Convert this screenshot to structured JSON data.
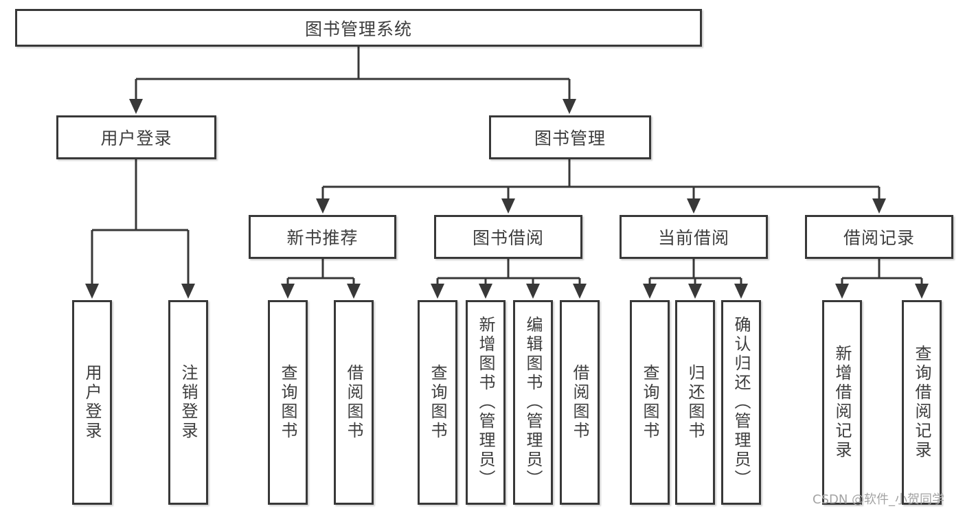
{
  "diagram": {
    "title": "图书管理系统",
    "tree": {
      "label": "图书管理系统",
      "children": [
        {
          "label": "用户登录",
          "children": [
            {
              "label": "用户登录"
            },
            {
              "label": "注销登录"
            }
          ]
        },
        {
          "label": "图书管理",
          "children": [
            {
              "label": "新书推荐",
              "children": [
                {
                  "label": "查询图书"
                },
                {
                  "label": "借阅图书"
                }
              ]
            },
            {
              "label": "图书借阅",
              "children": [
                {
                  "label": "查询图书"
                },
                {
                  "label": "新增图书（管理员）"
                },
                {
                  "label": "编辑图书（管理员）"
                },
                {
                  "label": "借阅图书"
                }
              ]
            },
            {
              "label": "当前借阅",
              "children": [
                {
                  "label": "查询图书"
                },
                {
                  "label": "归还图书"
                },
                {
                  "label": "确认归还（管理员）"
                }
              ]
            },
            {
              "label": "借阅记录",
              "children": [
                {
                  "label": "新增借阅记录"
                },
                {
                  "label": "查询借阅记录"
                }
              ]
            }
          ]
        }
      ]
    },
    "colors": {
      "line": "#383838",
      "text": "#3d3d3d",
      "background": "#ffffff",
      "watermark_color": "#a3a3a3"
    }
  },
  "watermark": {
    "text": "CSDN @软件_小贺同学"
  }
}
